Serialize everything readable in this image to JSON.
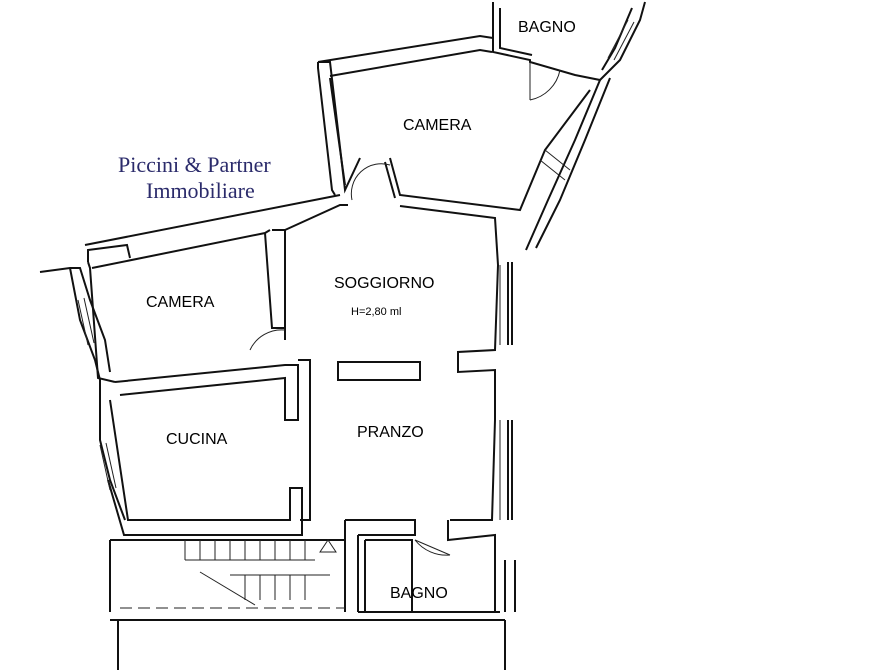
{
  "brand": {
    "line1": "Piccini & Partner",
    "line2": "Immobiliare",
    "color": "#2b2b6b"
  },
  "rooms": {
    "bagno_top": "BAGNO",
    "camera_top": "CAMERA",
    "camera_left": "CAMERA",
    "soggiorno": "SOGGIORNO",
    "cucina": "CUCINA",
    "pranzo": "PRANZO",
    "bagno_bottom": "BAGNO"
  },
  "notes": {
    "ceiling_height": "H=2,80 ml"
  }
}
